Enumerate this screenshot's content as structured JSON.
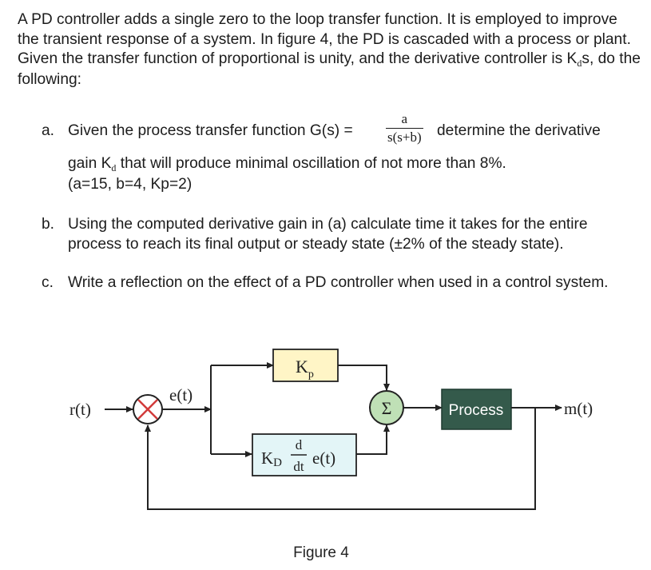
{
  "intro": {
    "text_before_kd": "A PD controller adds a single zero to the loop transfer function.  It is employed to improve the transient response of a system. In figure 4, the PD is cascaded with a process or plant. Given the transfer function of proportional is unity, and the derivative controller is K",
    "kd_sub": "d",
    "text_after_kd": "s, do the following:"
  },
  "item_a": {
    "marker": "a.",
    "text1": "Given the process transfer function G(s) =",
    "frac_num": "a",
    "frac_den": "s(s+b)",
    "text2": " determine the derivative",
    "line2_pre": "gain K",
    "line2_sub": "d",
    "line2_post": " that will produce minimal oscillation of not more than 8%.",
    "line3": "(a=15, b=4, Kp=2)"
  },
  "item_b": {
    "marker": "b.",
    "text": "Using the computed derivative gain in (a) calculate time it takes for the entire process to reach its final output or steady state (±2% of the steady state)."
  },
  "item_c": {
    "marker": "c.",
    "text": "Write a reflection on the effect of a PD controller when used in a control system."
  },
  "figure": {
    "input_label": "r(t)",
    "error_label": "e(t)",
    "kp_main": "K",
    "kp_sub": "p",
    "kd_main": "K",
    "kd_sub": "D",
    "deriv_num": "d",
    "deriv_den": "dt",
    "deriv_arg": "e(t)",
    "sum_symbol": "Σ",
    "process_label": "Process",
    "output_label": "m(t)",
    "caption": "Figure 4",
    "colors": {
      "kp_block": "#fff5c6",
      "kd_block": "#e3f5f7",
      "sum_junction": "#bfe0b6",
      "process_block": "#345a4b",
      "comparator_x": "#d23b3b"
    }
  }
}
